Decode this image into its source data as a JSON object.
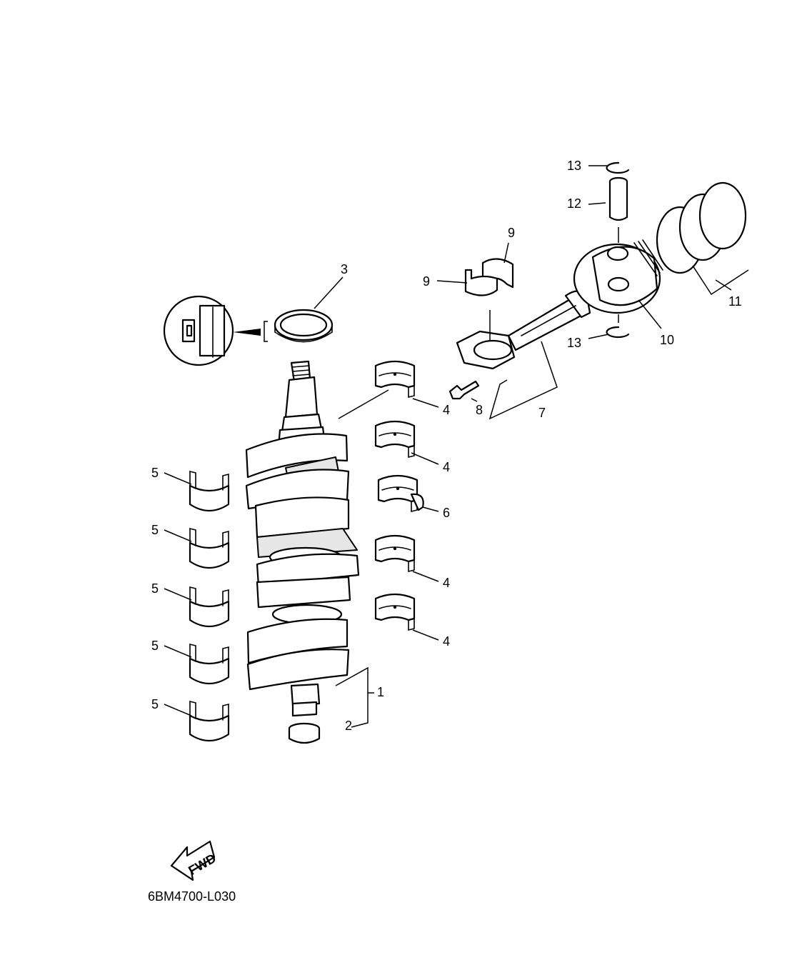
{
  "callouts": [
    {
      "id": "crankshaft",
      "label": "1"
    },
    {
      "id": "bushing",
      "label": "2"
    },
    {
      "id": "oil-seal",
      "label": "3"
    },
    {
      "id": "bearing-upper-1",
      "label": "4"
    },
    {
      "id": "bearing-upper-2",
      "label": "4"
    },
    {
      "id": "bearing-thrust",
      "label": "6"
    },
    {
      "id": "bearing-upper-3",
      "label": "4"
    },
    {
      "id": "bearing-upper-4",
      "label": "4"
    },
    {
      "id": "bearing-lower-1",
      "label": "5"
    },
    {
      "id": "bearing-lower-2",
      "label": "5"
    },
    {
      "id": "bearing-lower-3",
      "label": "5"
    },
    {
      "id": "bearing-lower-4",
      "label": "5"
    },
    {
      "id": "bearing-lower-5",
      "label": "5"
    },
    {
      "id": "connecting-rod",
      "label": "7"
    },
    {
      "id": "bolt",
      "label": "8"
    },
    {
      "id": "rod-bearing-upper",
      "label": "9"
    },
    {
      "id": "rod-bearing-lower",
      "label": "9"
    },
    {
      "id": "piston",
      "label": "10"
    },
    {
      "id": "piston-ring-set",
      "label": "11"
    },
    {
      "id": "piston-pin",
      "label": "12"
    },
    {
      "id": "circlip-top",
      "label": "13"
    },
    {
      "id": "circlip-bottom",
      "label": "13"
    }
  ],
  "fwd_arrow_text": "FWD",
  "drawing_code": "6BM4700-L030",
  "colors": {
    "line": "#000000",
    "background": "#ffffff",
    "shade": "#e6e6e6"
  }
}
